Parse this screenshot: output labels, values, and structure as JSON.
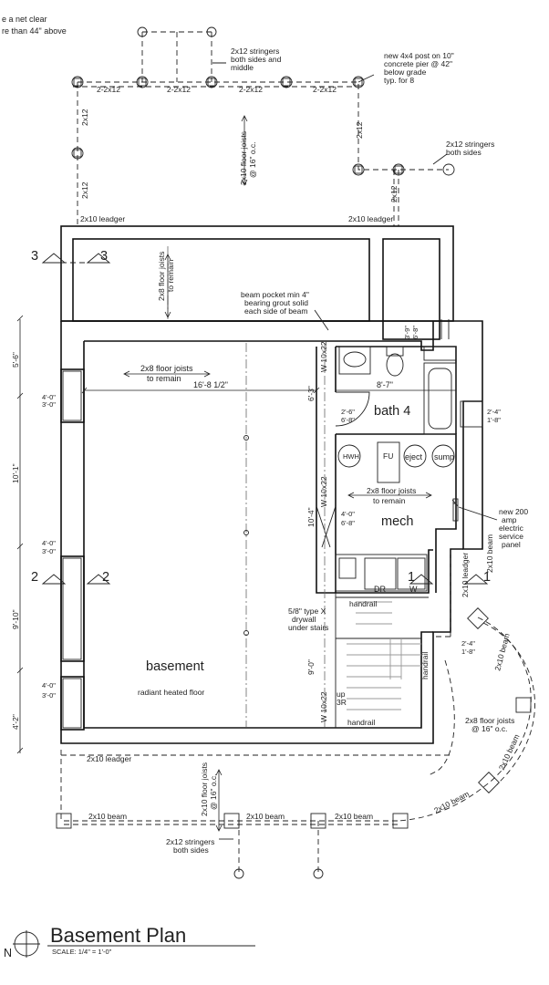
{
  "notes": {
    "top_clearance_line1": "e a net clear",
    "top_clearance_line2": "re than 44\" above",
    "stringers_top_1": "2x12 stringers",
    "stringers_top_2": "both sides and",
    "stringers_top_3": "middle",
    "post_1": "new 4x4 post on 10\"",
    "post_2": "concrete pier @ 42\"",
    "post_3": "below grade",
    "post_4": "typ. for 8",
    "stringers_right_1": "2x12 stringers",
    "stringers_right_2": "both sides",
    "beam_pocket_1": "beam pocket min 4\"",
    "beam_pocket_2": "bearing grout solid",
    "beam_pocket_3": "each side of beam",
    "panel_1": "new 200",
    "panel_2": "amp",
    "panel_3": "electric",
    "panel_4": "service",
    "panel_5": "panel",
    "drywall_1": "5/8\" type X",
    "drywall_2": "drywall",
    "drywall_3": "under stairs",
    "stringers_bottom_1": "2x12 stringers",
    "stringers_bottom_2": "both sides"
  },
  "members": {
    "top_ledger_row": [
      "2-2x12",
      "2-2x12",
      "2-2x12",
      "2-2x12"
    ],
    "left_2x12_a": "2x12",
    "left_2x12_b": "2x12",
    "right_2x12_a": "2x12",
    "right_2x12_b": "2x12",
    "leadger": "2x10 leadger",
    "beam": "2x10 beam",
    "joists_top_1": "2x10 floor joists",
    "joists_top_2": "@ 16\" o.c.",
    "joists_bottom_1": "2x10 floor joists",
    "joists_bottom_2": "@ 16\" o.c.",
    "joists_right_1": "2x8 floor joists",
    "joists_right_2": "@ 16\" o.c.",
    "remain_porch_1": "2x8 floor joists",
    "remain_porch_2": "to remain",
    "remain_main_1": "2x8 floor joists",
    "remain_main_2": "to remain",
    "remain_mech_1": "2x8 floor joists",
    "remain_mech_2": "to remain",
    "w10x22": "W 10x22"
  },
  "dimensions": {
    "left_5_6": "5'-6\"",
    "left_10_1": "10'-1\"",
    "left_9_10": "9'-10\"",
    "left_4_2": "4'-2\"",
    "win_4_0": "4'-0\"",
    "win_3_0": "3'-0\"",
    "d_16_8": "16'-8 1/2\"",
    "d_6_3": "6'-3\"",
    "d_8_7": "8'-7\"",
    "d_3_9": "3'-9\"",
    "d_6_8": "6'-8\"",
    "d_2_6": "2'-6\"",
    "d_10_4": "10'-4\"",
    "d_4_0": "4'-0\"",
    "d_9_0": "9'-0\"",
    "d_2_4": "2'-4\"",
    "d_1_8": "1'-8\""
  },
  "rooms": {
    "basement": "basement",
    "basement_sub": "radiant heated floor",
    "bath": "bath 4",
    "mech": "mech",
    "hwh": "HWH",
    "fu": "FU",
    "eject": "eject",
    "sump": "sump",
    "dr": "DR",
    "w": "W",
    "handrail": "handrail",
    "up": "up",
    "risers": "3R"
  },
  "sections": {
    "s3": "3",
    "s2": "2",
    "s1": "1"
  },
  "title": {
    "north": "N",
    "name": "Basement Plan",
    "scale": "SCALE: 1/4\"   =   1'-0\""
  }
}
